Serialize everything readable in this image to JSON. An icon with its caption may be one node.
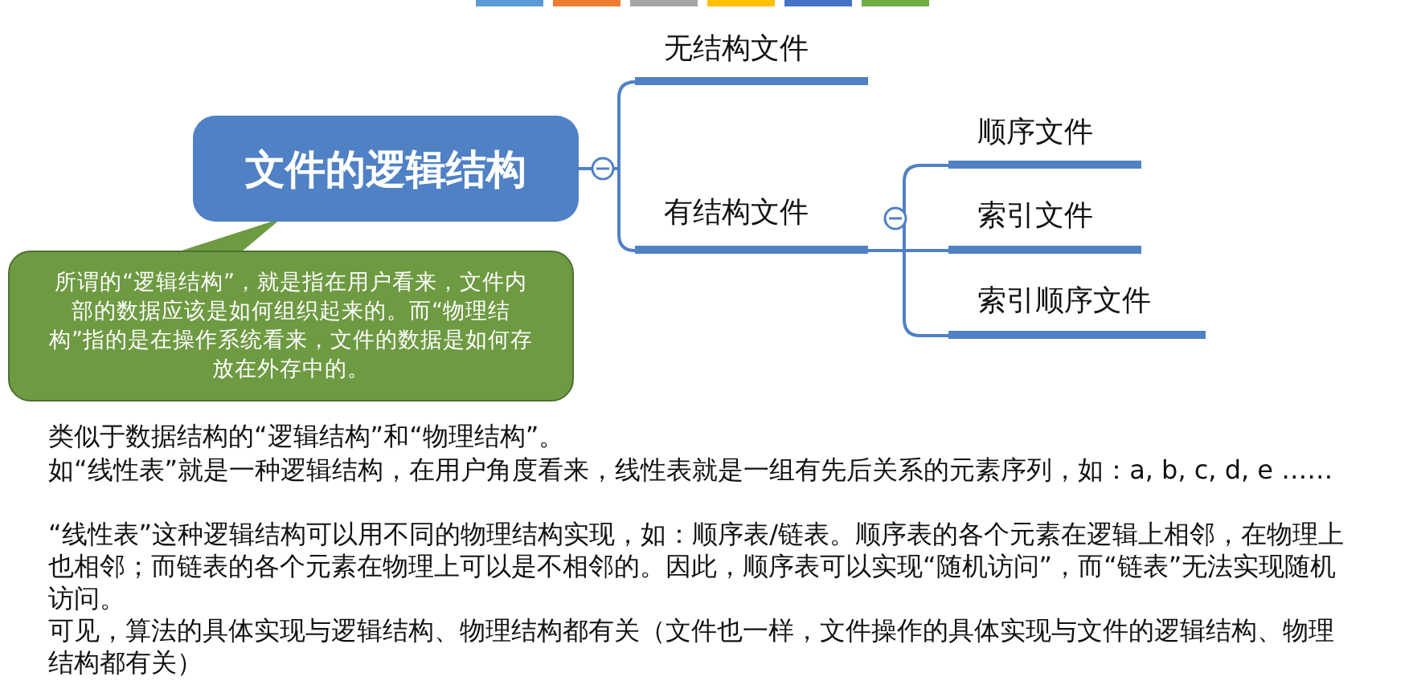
{
  "diagram": {
    "nodes": [
      {
        "text": [
          "文件的逻辑结构"
        ]
      },
      {
        "text": [
          "所谓的“逻辑结构”，就是指在用户看来，文件内部的数据应该是如何组织起来的。而“物理结构”指的是在操作系统看来，文件的数据是如何存放在外存中的。"
        ]
      },
      {
        "text": [
          "无结构文件"
        ]
      },
      {
        "text": [
          "有结构文件"
        ]
      },
      {
        "text": [
          "顺序文件"
        ]
      },
      {
        "text": [
          "索引文件"
        ]
      },
      {
        "text": [
          "索引顺序文件"
        ]
      }
    ],
    "edges": [
      {
        "from": 0,
        "to": 2,
        "arrow": "none"
      },
      {
        "from": 0,
        "to": 3,
        "arrow": "none"
      },
      {
        "from": 3,
        "to": 4,
        "arrow": "none"
      },
      {
        "from": 3,
        "to": 5,
        "arrow": "none"
      },
      {
        "from": 3,
        "to": 6,
        "arrow": "none"
      }
    ],
    "labels": [
      "类似于数据结构的“逻辑结构”和“物理结构”。",
      "如“线性表”就是一种逻辑结构，在用户角度看来，线性表就是一组有先后关系的元素序列，如：a, b, c, d, e ……",
      "“线性表”这种逻辑结构可以用不同的物理结构实现，如：顺序表/链表。顺序表的各个元素在逻辑上相邻，在物理上也相邻；而链表的各个元素在物理上可以是不相邻的。因此，顺序表可以实现“随机访问”，而“链表”无法实现随机访问。",
      "可见，算法的具体实现与逻辑结构、物理结构都有关（文件也一样，文件操作的具体实现与文件的逻辑结构、物理结构都有关）"
    ]
  }
}
